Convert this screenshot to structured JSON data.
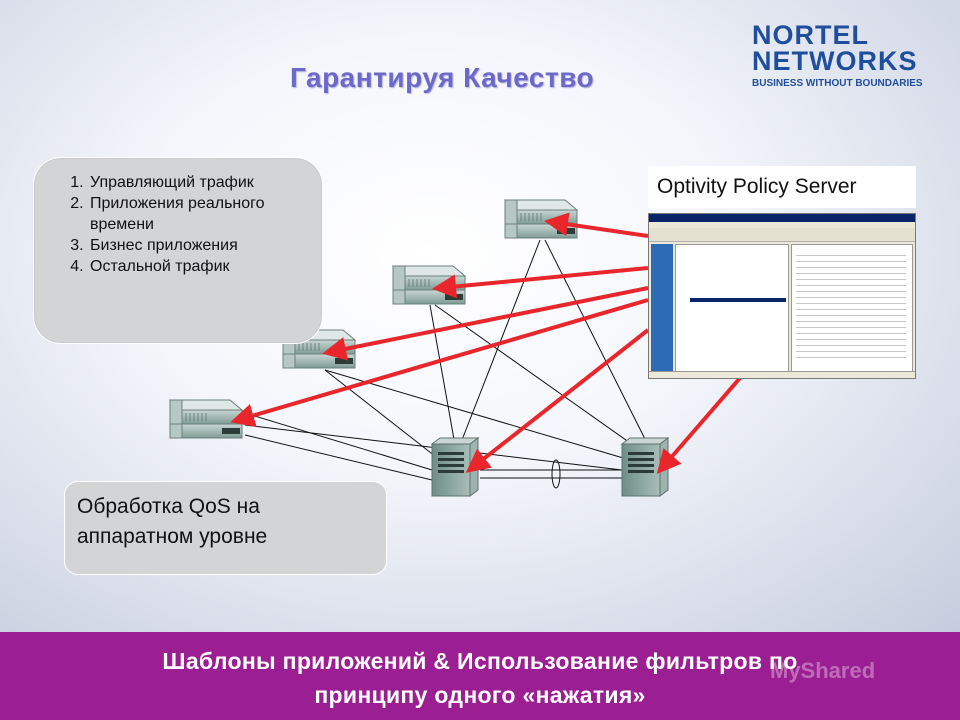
{
  "title": "Гарантируя Качество",
  "logo": {
    "line1": "NORTEL",
    "line2": "NETWORKS",
    "tagline": "BUSINESS WITHOUT BOUNDARIES",
    "color": "#1f4f9c"
  },
  "traffic_list": {
    "items": [
      "Управляющий трафик",
      "Приложения реального времени",
      "Бизнес приложения",
      "Остальной трафик"
    ]
  },
  "server_label": "Optivity Policy Server",
  "qos_label": "Обработка QoS на аппаратном уровне",
  "footer": {
    "line1": "Шаблоны приложений & Использование фильтров по",
    "line2": "принципу одного «нажатия»",
    "color": "#9b1e93"
  },
  "watermark": "MyShared",
  "colors": {
    "arrow": "#e8262b",
    "title": "#6c69c9",
    "device_body": "#8faaa4"
  },
  "icons": [
    "edge-switch-icon",
    "core-switch-icon",
    "policy-console-screenshot"
  ]
}
